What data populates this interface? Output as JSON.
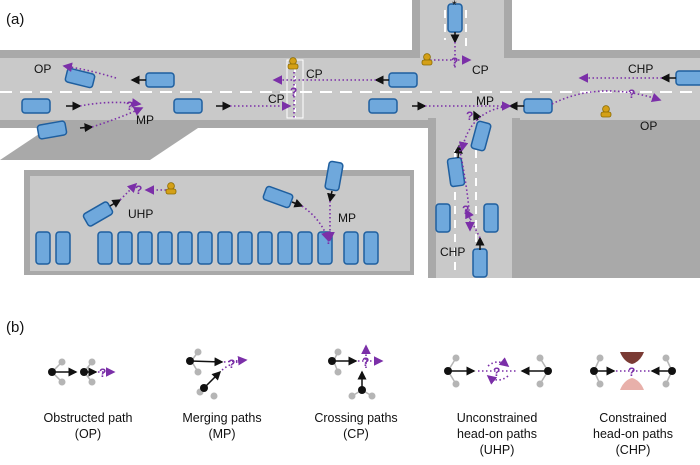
{
  "panel_a": {
    "panel_label": "(a)",
    "labels": {
      "op_left": "OP",
      "mp_left": "MP",
      "cp_upper": "CP",
      "cp_lower": "CP",
      "cp_top": "CP",
      "mp_center": "MP",
      "chp_right": "CHP",
      "op_right": "OP",
      "uhp": "UHP",
      "mp_lot": "MP",
      "chp_bottom": "CHP",
      "star": "*"
    },
    "question_mark": "?"
  },
  "panel_b": {
    "panel_label": "(b)",
    "captions": [
      {
        "line1": "Obstructed path",
        "line2": "(OP)"
      },
      {
        "line1": "Merging paths",
        "line2": "(MP)"
      },
      {
        "line1": "Crossing paths",
        "line2": "(CP)"
      },
      {
        "line1": "Unconstrained",
        "line2": "head-on paths",
        "line3": "(UHP)"
      },
      {
        "line1": "Constrained",
        "line2": "head-on paths",
        "line3": "(CHP)"
      }
    ]
  },
  "colors": {
    "road": "#c9c9c9",
    "sidewalk": "#a9a9a9",
    "vehicle_fill": "#6fa8dc",
    "vehicle_stroke": "#1f5f9f",
    "path": "#7b2fa8",
    "person": "#d4a017",
    "node": "#111111",
    "ghost_node": "#b5b5b5",
    "constraint": "#a0665e"
  }
}
